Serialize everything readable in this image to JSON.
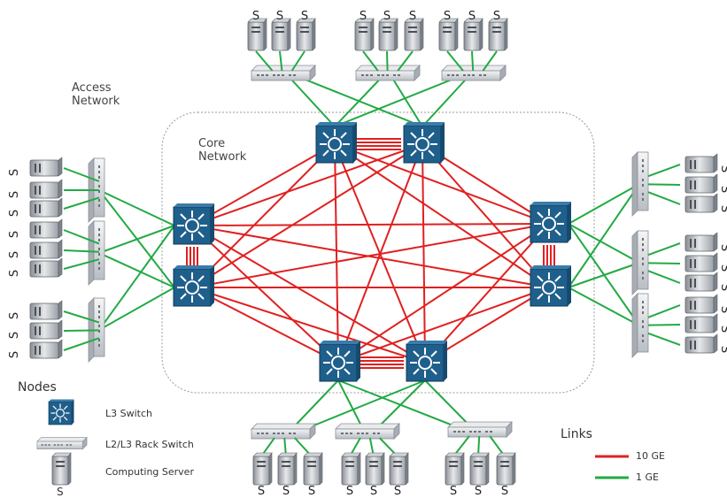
{
  "labels": {
    "access_network": "Access\nNetwork",
    "core_network": "Core\nNetwork"
  },
  "server_label": "S",
  "legend": {
    "nodes_title": "Nodes",
    "nodes": [
      {
        "label": "L3 Switch",
        "icon": "l3-switch-icon"
      },
      {
        "label": "L2/L3 Rack Switch",
        "icon": "rack-switch-icon"
      },
      {
        "label": "Computing Server",
        "icon": "server-icon",
        "sub": "S"
      }
    ],
    "links_title": "Links",
    "links": [
      {
        "label": "10 GE",
        "color": "#e02020"
      },
      {
        "label": "1 GE",
        "color": "#22aa44"
      }
    ]
  },
  "colors": {
    "link_10ge": "#e02020",
    "link_1ge": "#22aa44",
    "l3_switch": "#1f5f8b",
    "core_boundary": "#999999"
  }
}
